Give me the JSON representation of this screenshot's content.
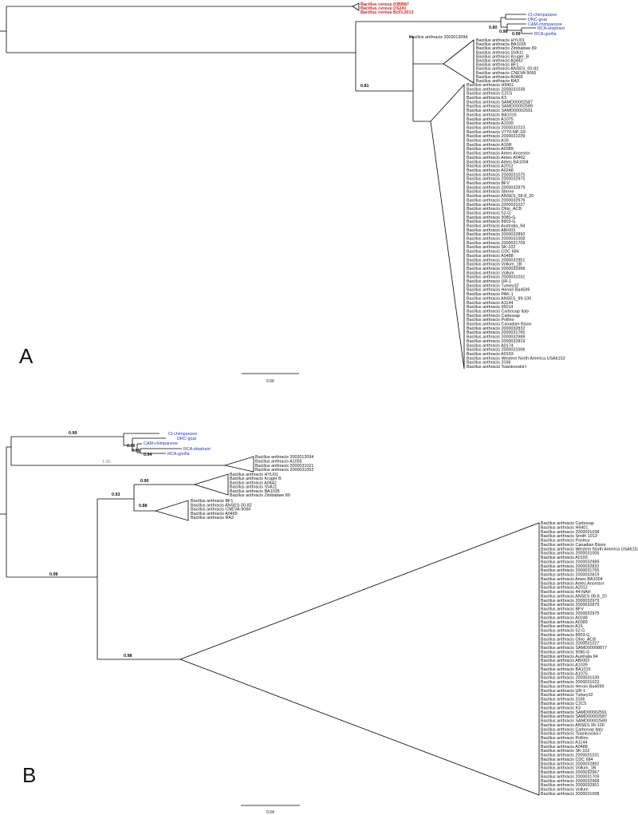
{
  "panels": [
    {
      "letter": "A",
      "scale_label": "0.06",
      "support": {
        "s080": "0.80",
        "s098": "0.98",
        "s099": "0.99",
        "s081": "0.81"
      },
      "red_taxa": [
        "Bacillus cereus 03BB87",
        "Bacillus cereus DS241",
        "Bacillus cereus BcFL2013"
      ],
      "blue_taxa": [
        "CI-chimpanzee",
        "DRC-goat",
        "CAM-chimpanzee",
        "RCA-elephant",
        "RCA-gorilla"
      ],
      "lone_taxon": "Bacillus anthracis 2002013094",
      "clade1": [
        "Bacillus anthracis HYU01",
        "Bacillus anthracis BA1035",
        "Bacillus anthracis Zimbabwe 89",
        "Bacillus anthracis SVA11",
        "Bacillus anthracis Kruger_B",
        "Bacillus anthracis A0442",
        "Bacillus anthracis BF1",
        "Bacillus anthracis ANSES_00-82",
        "Bacillus anthracis CNEVA-9066",
        "Bacillus anthracis A0465",
        "Bacillus anthracis RA3"
      ],
      "clade2": [
        "Bacillus anthracis H9401",
        "Bacillus anthracis 2000031038",
        "Bacillus anthracis C2C5",
        "Bacillus anthracis K3",
        "Bacillus anthracis SAMD00002587",
        "Bacillus anthracis SAMD00002589",
        "Bacillus anthracis SAMD00002591",
        "Bacillus anthracis BA1015",
        "Bacillus anthracis A1075",
        "Bacillus anthracis A1039",
        "Bacillus anthracis 2000031023",
        "Bacillus anthracis V770-NP-1R",
        "Bacillus anthracis 2000031039",
        "Bacillus anthracis A16",
        "Bacillus anthracis A16R",
        "Bacillus anthracis A0389",
        "Bacillus anthracis Ames Ancestor",
        "Bacillus anthracis Ames A0462",
        "Bacillus anthracis Ames BA1004",
        "Bacillus anthracis A2012",
        "Bacillus anthracis A0248",
        "Bacillus anthracis 2000031075",
        "Bacillus anthracis 2000032975",
        "Bacillus anthracis BFV",
        "Bacillus anthracis 2000032879",
        "Bacillus anthracis Sterne",
        "Bacillus anthracis ANSES_08-8_20",
        "Bacillus anthracis 2000032979",
        "Bacillus anthracis 2000031027",
        "Bacillus anthracis Ohio_ACB",
        "Bacillus anthracis 52-G",
        "Bacillus anthracis 9080-G",
        "Bacillus anthracis 8903-G",
        "Bacillus anthracis Australia_94",
        "Bacillus anthracis ABr003",
        "Bacillus anthracis 2000032892",
        "Bacillus anthracis 2000031008",
        "Bacillus anthracis 2000031709",
        "Bacillus anthracis SK-102",
        "Bacillus anthracis CDC 684",
        "Bacillus anthracis A0488",
        "Bacillus anthracis 2000032951",
        "Bacillus anthracis Vollum_1B",
        "Bacillus anthracis 2000032968",
        "Bacillus anthracis Vollum",
        "Bacillus anthracis 2000031031",
        "Bacillus anthracis UR-1",
        "Bacillus anthracis Turkey32",
        "Bacillus anthracis Heroin Ba4599",
        "Bacillus anthracis PAK-1",
        "Bacillus anthracis ANSES_99-100",
        "Bacillus anthracis A1144",
        "Bacillus anthracis 95014",
        "Bacillus anthracis Carbosap Italy",
        "Bacillus anthracis Carbosap",
        "Bacillus anthracis Pollino",
        "Bacillus anthracis Canadian Bison",
        "Bacillus anthracis 2000032832",
        "Bacillus anthracis 2000031765",
        "Bacillus anthracis 2000032989",
        "Bacillus anthracis 2000032819",
        "Bacillus anthracis A0174",
        "Bacillus anthracis 2000031006",
        "Bacillus anthracis A0193",
        "Bacillus anthracis Western North America USA6153",
        "Bacillus anthracis 3166",
        "Bacillus anthracis Tsiankovskii-I"
      ]
    },
    {
      "letter": "B",
      "scale_label": "0.04",
      "support": {
        "s099": "0.99",
        "s076a": "0.76",
        "s076b": "0.76",
        "s094": "0.94",
        "s100": "1.00",
        "s090": "0.90",
        "s093": "0.93",
        "s088": "0.88",
        "s098a": "0.98",
        "s098b": "0.98"
      },
      "blue_taxa": [
        "CI-chimpanzee",
        "DRC-goat",
        "CAM-chimpanzee",
        "RCA-elephant",
        "RCA-gorilla"
      ],
      "clade_a": [
        "Bacillus anthracis 2002013094",
        "Bacillus anthracis A1055",
        "Bacillus anthracis 2000031021",
        "Bacillus anthracis 2000031052"
      ],
      "clade_b": [
        "Bacillus anthracis HYU01",
        "Bacillus anthracis Kruger B",
        "Bacillus anthracis A0442",
        "Bacillus anthracis SVA11",
        "Bacillus anthracis BA1035",
        "Bacillus anthracis Zimbabwe 89"
      ],
      "clade_c": [
        "Bacillus anthracis BF1",
        "Bacillus anthracis ANSES 00-82",
        "Bacillus anthracis CNEVA-9066",
        "Bacillus anthracis A0465",
        "Bacillus anthracis RA3"
      ],
      "clade_d": [
        "Bacillus anthracis Carbosap",
        "Bacillus anthracis H9401",
        "Bacillus anthracis 2000031038",
        "Bacillus anthracis Smith 1013",
        "Bacillus anthracis Pasteur",
        "Bacillus anthracis Canadian Bison",
        "Bacillus anthracis Western North America USA6153",
        "Bacillus anthracis 2000031006",
        "Bacillus anthracis A0193",
        "Bacillus anthracis 2000032989",
        "Bacillus anthracis 2000032832",
        "Bacillus anthracis 2000031765",
        "Bacillus anthracis 2000032819",
        "Bacillus anthracis Ames BA1004",
        "Bacillus anthracis Ames Ancestor",
        "Bacillus anthracis A2012",
        "Bacillus anthracis 44-NAH",
        "Bacillus anthracis ANSES 08-8_20",
        "Bacillus anthracis 2000032979",
        "Bacillus anthracis 2000032879",
        "Bacillus anthracis BFV",
        "Bacillus anthracis 2000032975",
        "Bacillus anthracis A0248",
        "Bacillus anthracis A0389",
        "Bacillus anthracis A16",
        "Bacillus anthracis 52-G",
        "Bacillus anthracis 8903-G",
        "Bacillus anthracis Ohio_ACB",
        "Bacillus anthracis 2000031027",
        "Bacillus anthracis SAMD00008877",
        "Bacillus anthracis 9080-G",
        "Bacillus anthracis Australia 94",
        "Bacillus anthracis ABr003",
        "Bacillus anthracis A1039",
        "Bacillus anthracis BA1015",
        "Bacillus anthracis A1075",
        "Bacillus anthracis 2000031039",
        "Bacillus anthracis 2000031023",
        "Bacillus anthracis Heroin Ba4599",
        "Bacillus anthracis UR-1",
        "Bacillus anthracis Turkey32",
        "Bacillus anthracis 3166",
        "Bacillus anthracis C2C5",
        "Bacillus anthracis K3",
        "Bacillus anthracis SAMD00002591",
        "Bacillus anthracis SAMD00002587",
        "Bacillus anthracis SAMD00002589",
        "Bacillus anthracis ANSES 99-100",
        "Bacillus anthracis Carbosap Italy",
        "Bacillus anthracis Tsiankovskii-I",
        "Bacillus anthracis Pollino",
        "Bacillus anthracis A1144",
        "Bacillus anthracis A0488",
        "Bacillus anthracis SK-102",
        "Bacillus anthracis 2000031031",
        "Bacillus anthracis CDC 684",
        "Bacillus anthracis 2000032892",
        "Bacillus anthracis Vollum_1B",
        "Bacillus anthracis 2000032967",
        "Bacillus anthracis 2000031709",
        "Bacillus anthracis 2000032968",
        "Bacillus anthracis 2000032951",
        "Bacillus anthracis Vollum",
        "Bacillus anthracis 2000031008"
      ]
    }
  ]
}
